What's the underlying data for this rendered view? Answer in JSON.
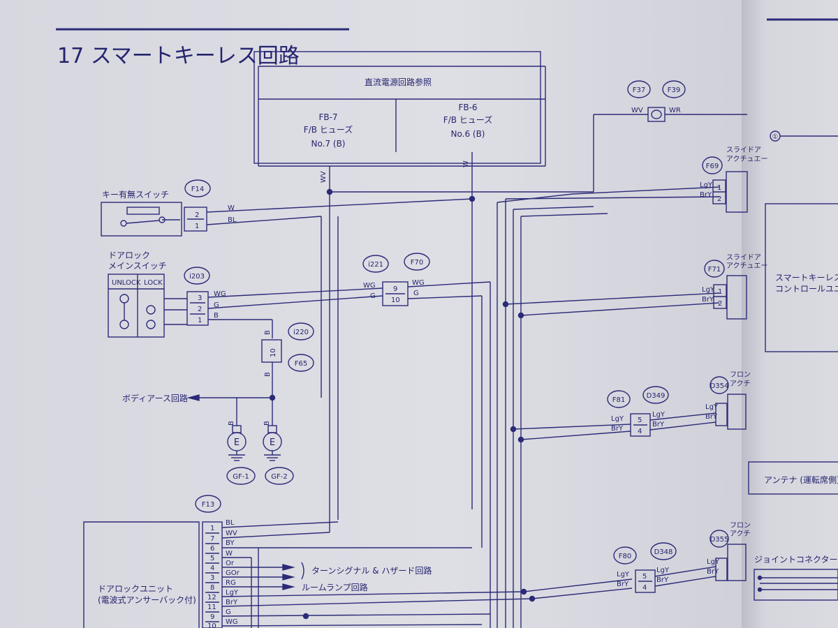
{
  "title": "17 スマートキーレス回路",
  "power_box": {
    "header": "直流電源回路参照",
    "left": {
      "line1": "FB-7",
      "line2": "F/B ヒューズ",
      "line3": "No.7 (B)"
    },
    "right": {
      "line1": "FB-6",
      "line2": "F/B ヒューズ",
      "line3": "No.6 (B)"
    }
  },
  "connectors": {
    "F14": "F14",
    "i203": "i203",
    "i220": "i220",
    "F65": "F65",
    "i221": "i221",
    "F70": "F70",
    "F37": "F37",
    "F39": "F39",
    "F13": "F13",
    "F81": "F81",
    "D349": "D349",
    "F80": "F80",
    "D348": "D348",
    "F69": "F69",
    "F71": "F71",
    "D354": "D354",
    "D355": "D355"
  },
  "components": {
    "key_switch": "キー有無スイッチ",
    "door_lock_main_switch_1": "ドアロック",
    "door_lock_main_switch_2": "メインスイッチ",
    "unlock": "UNLOCK",
    "lock": "LOCK",
    "body_earth": "ボディアース回路",
    "ground_symbol": "E",
    "gf1": "GF-1",
    "gf2": "GF-2",
    "door_lock_unit_1": "ドアロックユニット",
    "door_lock_unit_2": "(電波式アンサーバック付)",
    "turn_signal": "ターンシグナル & ハザード回路",
    "room_lamp": "ルームランプ回路",
    "slide_actuator_1": "スライドア",
    "slide_actuator_2": "アクチュエー",
    "front_actuator_1": "フロン",
    "front_actuator_2": "アクチ",
    "smart_ecu_1": "スマートキーレス",
    "smart_ecu_2": "コントロールユニ",
    "antenna": "アンテナ (運転席側)",
    "joint_connector": "ジョイントコネクター",
    "circle_marker": "①"
  },
  "wires": {
    "WV": "WV",
    "W": "W",
    "WR": "WR",
    "BL": "BL",
    "WG": "WG",
    "G": "G",
    "B": "B",
    "LgY": "LgY",
    "BrY": "BrY",
    "BY": "BY",
    "Or": "Or",
    "GOr": "GOr",
    "RG": "RG"
  },
  "pins": {
    "p1": "1",
    "p2": "2",
    "p3": "3",
    "p4": "4",
    "p5": "5",
    "p6": "6",
    "p7": "7",
    "p8": "8",
    "p9": "9",
    "p10": "10",
    "p11": "11",
    "p12": "12"
  }
}
